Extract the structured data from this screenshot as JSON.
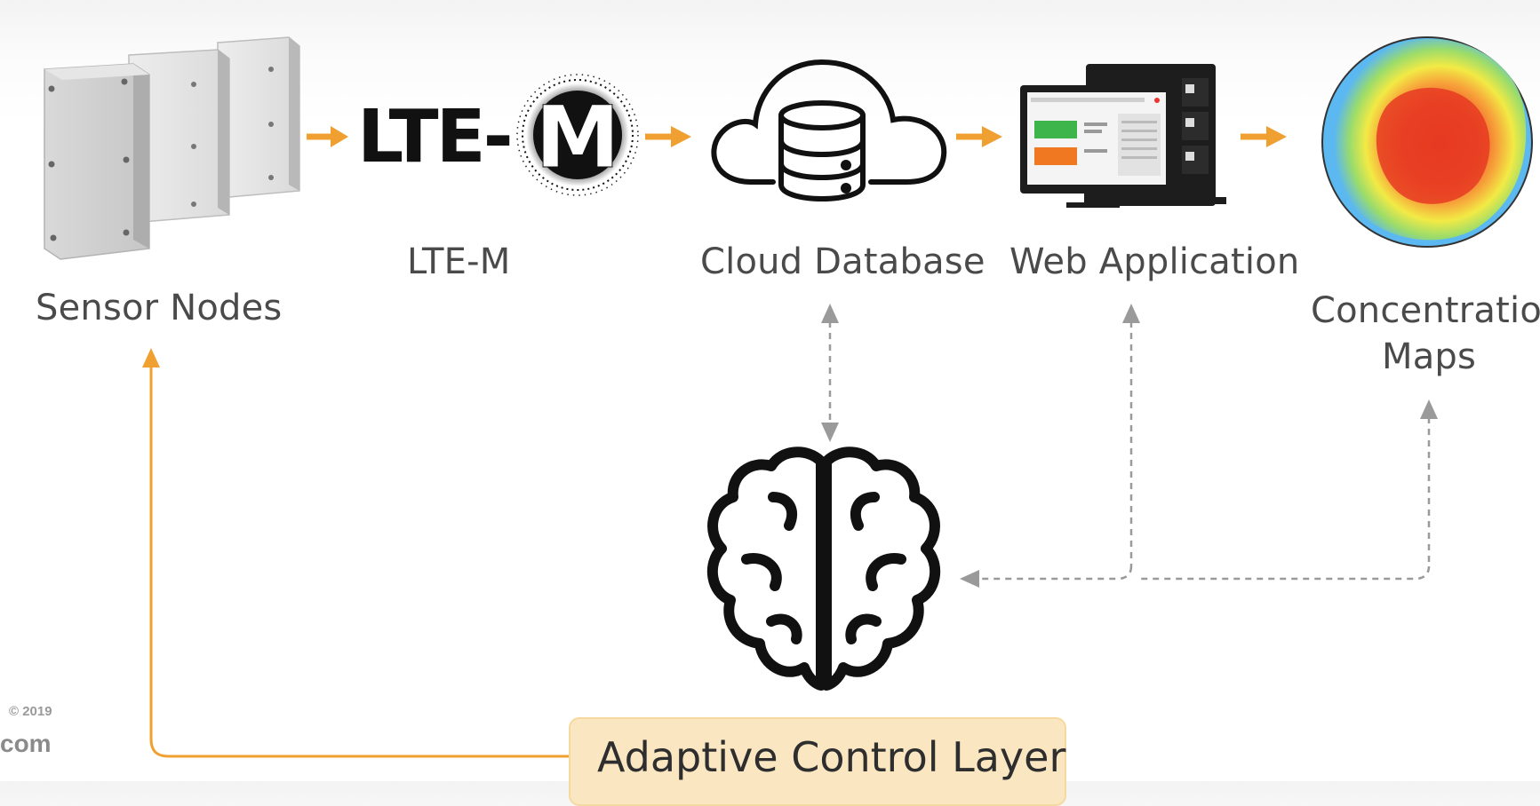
{
  "nodes": {
    "sensor": "Sensor Nodes",
    "ltem": "LTE-M",
    "ltem_logo": "LTE-",
    "ltem_logo_m": "M",
    "cloud": "Cloud Database",
    "web": "Web Application",
    "concentration_line1": "Concentration",
    "concentration_line2": "Maps",
    "control": "Adaptive Control Layer"
  },
  "watermark": {
    "year": "© 2019",
    "domain": "com"
  },
  "colors": {
    "flow_arrow": "#f0a030",
    "feedback_arrow": "#9a9a9a",
    "control_box": "#fae7c2",
    "heatmap_core": "#e84a25",
    "heatmap_edge": "#5bb8f0"
  }
}
